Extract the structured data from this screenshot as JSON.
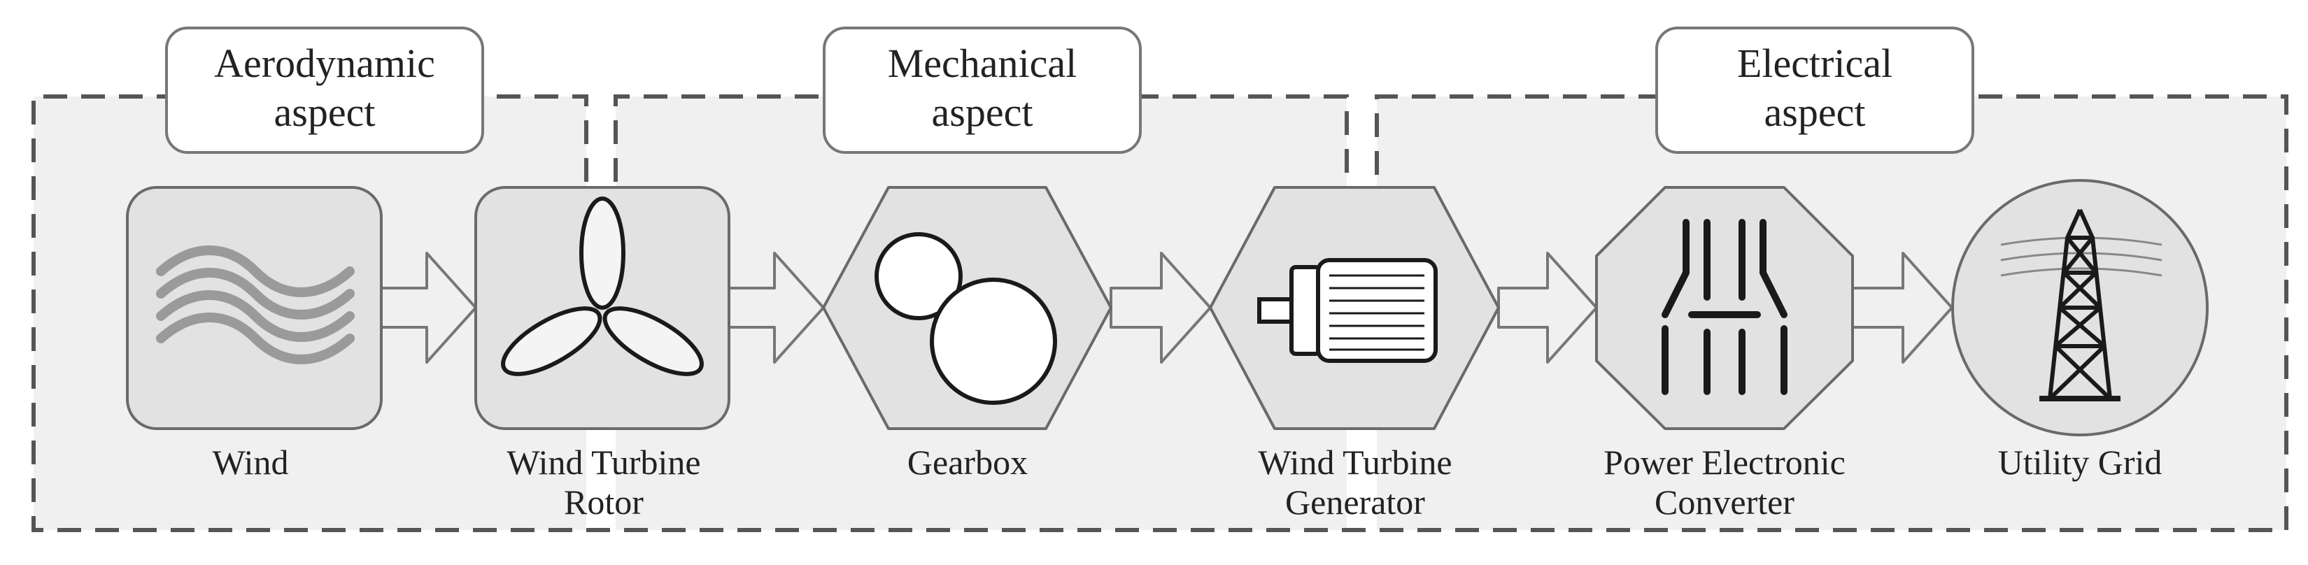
{
  "aspects": {
    "aerodynamic": {
      "line1": "Aerodynamic",
      "line2": "aspect"
    },
    "mechanical": {
      "line1": "Mechanical",
      "line2": "aspect"
    },
    "electrical": {
      "line1": "Electrical",
      "line2": "aspect"
    }
  },
  "components": {
    "wind": {
      "line1": "Wind",
      "icon": "wind-waves-icon"
    },
    "rotor": {
      "line1": "Wind Turbine",
      "line2": "Rotor",
      "icon": "turbine-rotor-icon"
    },
    "gearbox": {
      "line1": "Gearbox",
      "icon": "gears-icon"
    },
    "generator": {
      "line1": "Wind Turbine",
      "line2": "Generator",
      "icon": "generator-motor-icon"
    },
    "converter": {
      "line1": "Power Electronic",
      "line2": "Converter",
      "icon": "power-converter-icon"
    },
    "grid": {
      "line1": "Utility Grid",
      "icon": "transmission-tower-icon"
    }
  },
  "colors": {
    "background": "#f0f0f0",
    "node_fill": "#e2e2e2",
    "node_stroke": "#6a6a6a",
    "dashed": "#555555",
    "arrow_fill": "#f0f0f0"
  }
}
